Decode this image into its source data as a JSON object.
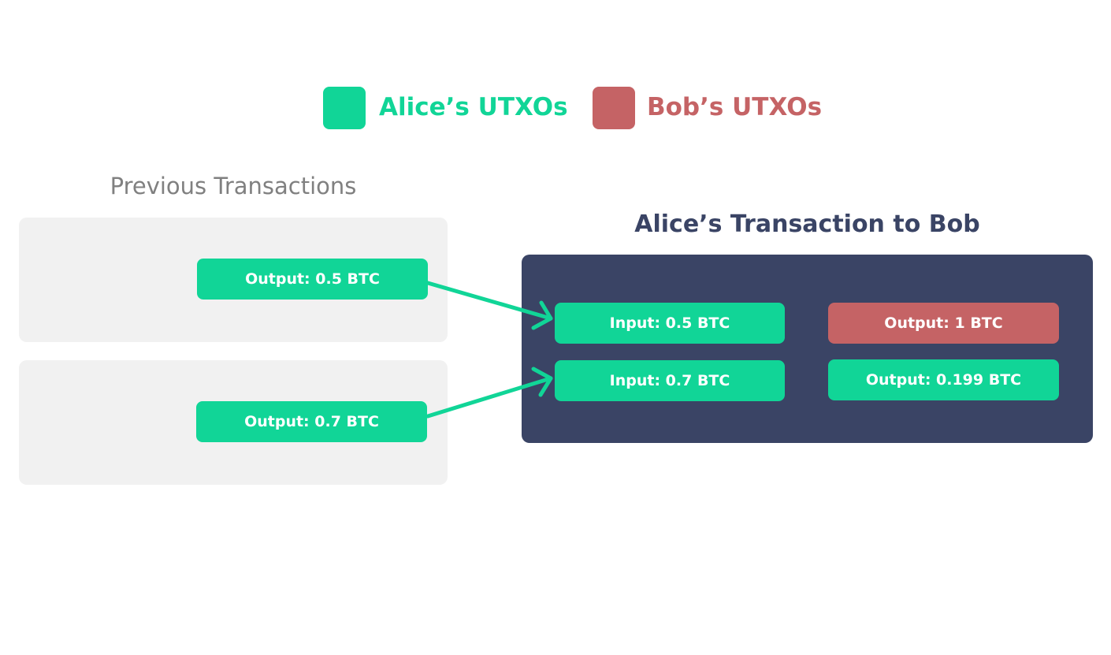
{
  "colors": {
    "alice": "#11d597",
    "bob": "#c56365",
    "panel_dark": "#3a4465",
    "title_dark": "#3a4465",
    "muted_title": "#808080",
    "prev_panel_bg": "#f1f1f1"
  },
  "legend": {
    "alice_label": "Alice’s UTXOs",
    "bob_label": "Bob’s UTXOs"
  },
  "previous_transactions": {
    "title": "Previous Transactions",
    "outputs": [
      {
        "label": "Output: 0.5 BTC",
        "owner": "alice"
      },
      {
        "label": "Output: 0.7 BTC",
        "owner": "alice"
      }
    ]
  },
  "transaction": {
    "title": "Alice’s Transaction to Bob",
    "inputs": [
      {
        "label": "Input: 0.5 BTC",
        "owner": "alice"
      },
      {
        "label": "Input: 0.7 BTC",
        "owner": "alice"
      }
    ],
    "outputs": [
      {
        "label": "Output: 1 BTC",
        "owner": "bob"
      },
      {
        "label": "Output: 0.199 BTC",
        "owner": "alice"
      }
    ]
  },
  "arrows": [
    {
      "from": "previous_transactions.outputs.0",
      "to": "transaction.inputs.0",
      "color": "alice",
      "icon": "arrow-right-icon"
    },
    {
      "from": "previous_transactions.outputs.1",
      "to": "transaction.inputs.1",
      "color": "alice",
      "icon": "arrow-right-icon"
    }
  ]
}
